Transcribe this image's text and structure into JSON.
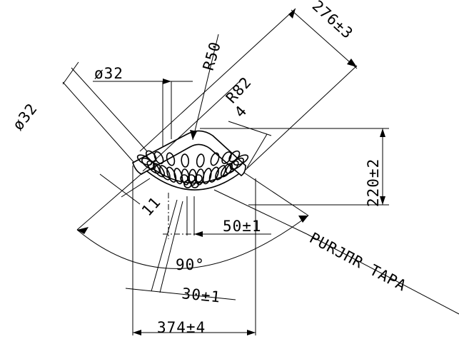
{
  "drawing": {
    "dimensions": {
      "pipe_diameter_left": "ø32",
      "pipe_diameter_top": "ø32",
      "bend_radius_small": "R50",
      "bend_radius_large": "R82",
      "offset_small": "4",
      "overall_length": "276±3",
      "height": "220±2",
      "weld_gap": "11",
      "bead_offset": "50±1",
      "angle": "90°",
      "base_offset": "30±1",
      "total_width": "374±4"
    },
    "callout_label": "PURJΠR TAPA"
  }
}
